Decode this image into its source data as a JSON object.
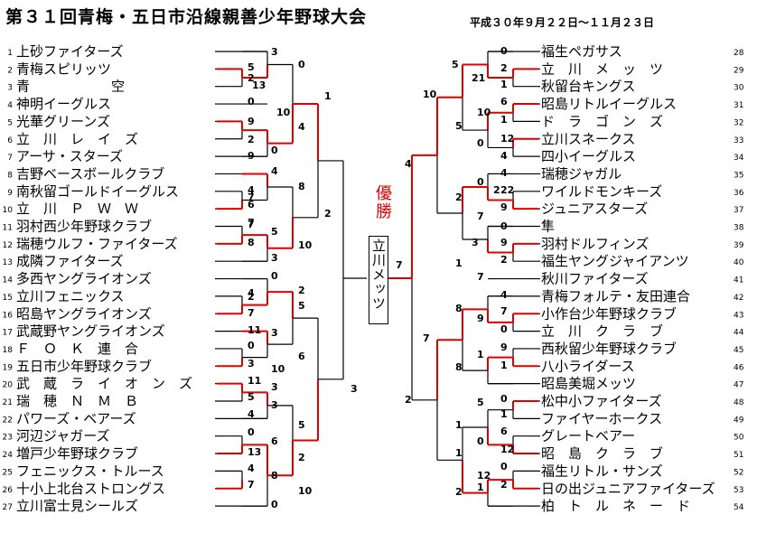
{
  "title": "第３１回青梅・五日市沿線親善少年野球大会",
  "dates": "平成３０年９月２２日～１１月２３日",
  "champion_label": "優勝",
  "winner": "立川メッツ",
  "colors": {
    "win": "#e00000",
    "line": "#000000"
  },
  "left_teams": [
    {
      "no": "1",
      "name": "上砂ファイターズ"
    },
    {
      "no": "2",
      "name": "青梅スピリッツ"
    },
    {
      "no": "3",
      "name": "青　　　　　　空"
    },
    {
      "no": "4",
      "name": "神明イーグルス"
    },
    {
      "no": "5",
      "name": "光華グリーンズ"
    },
    {
      "no": "6",
      "name": "立　川　レ　イ　ズ"
    },
    {
      "no": "7",
      "name": "アーサ・スターズ"
    },
    {
      "no": "8",
      "name": "吉野ベースボールクラブ"
    },
    {
      "no": "9",
      "name": "南秋留ゴールドイーグルス"
    },
    {
      "no": "10",
      "name": "立　川　Ｐ　Ｗ　Ｗ"
    },
    {
      "no": "11",
      "name": "羽村西少年野球クラブ"
    },
    {
      "no": "12",
      "name": "瑞穂ウルフ・ファイターズ"
    },
    {
      "no": "13",
      "name": "成隣ファイターズ"
    },
    {
      "no": "14",
      "name": "多西ヤングライオンズ"
    },
    {
      "no": "15",
      "name": "立川フェニックス"
    },
    {
      "no": "16",
      "name": "昭島ヤングライオンズ"
    },
    {
      "no": "17",
      "name": "武蔵野ヤングライオンズ"
    },
    {
      "no": "18",
      "name": "Ｆ　Ｏ　Ｋ　連　合"
    },
    {
      "no": "19",
      "name": "五日市少年野球クラブ"
    },
    {
      "no": "20",
      "name": "武　蔵　ラ　イ　オ　ン　ズ"
    },
    {
      "no": "21",
      "name": "瑞　穂　Ｎ　Ｍ　Ｂ"
    },
    {
      "no": "22",
      "name": "パワーズ・ベアーズ"
    },
    {
      "no": "23",
      "name": "河辺ジャガーズ"
    },
    {
      "no": "24",
      "name": "増戸少年野球クラブ"
    },
    {
      "no": "25",
      "name": "フェニックス・トルース"
    },
    {
      "no": "26",
      "name": "十小上北台ストロングス"
    },
    {
      "no": "27",
      "name": "立川富士見シールズ"
    }
  ],
  "right_teams": [
    {
      "no": "28",
      "name": "福生ペガサス"
    },
    {
      "no": "29",
      "name": "立　川　メ　ッ　ツ"
    },
    {
      "no": "30",
      "name": "秋留台キングス"
    },
    {
      "no": "31",
      "name": "昭島リトルイーグルス"
    },
    {
      "no": "32",
      "name": "ド　ラ　ゴ　ン　ズ"
    },
    {
      "no": "33",
      "name": "立川スネークス"
    },
    {
      "no": "34",
      "name": "四小イーグルス"
    },
    {
      "no": "35",
      "name": "瑞穂ジャガル"
    },
    {
      "no": "36",
      "name": "ワイルドモンキーズ"
    },
    {
      "no": "37",
      "name": "ジュニアスターズ"
    },
    {
      "no": "38",
      "name": "隼"
    },
    {
      "no": "39",
      "name": "羽村ドルフィンズ"
    },
    {
      "no": "40",
      "name": "福生ヤングジャイアンツ"
    },
    {
      "no": "41",
      "name": "秋川ファイターズ"
    },
    {
      "no": "42",
      "name": "青梅フォルテ・友田連合"
    },
    {
      "no": "43",
      "name": "小作台少年野球クラブ"
    },
    {
      "no": "44",
      "name": "立　川　ク　ラ　ブ"
    },
    {
      "no": "45",
      "name": "西秋留少年野球クラブ"
    },
    {
      "no": "46",
      "name": "八小ライダース"
    },
    {
      "no": "47",
      "name": "昭島美堀メッツ"
    },
    {
      "no": "48",
      "name": "松中小ファイターズ"
    },
    {
      "no": "49",
      "name": "ファイヤーホークス"
    },
    {
      "no": "50",
      "name": "グレートベアー"
    },
    {
      "no": "51",
      "name": "昭　島　ク　ラ　ブ"
    },
    {
      "no": "52",
      "name": "福生リトル・サンズ"
    },
    {
      "no": "53",
      "name": "日の出ジュニアファイターズ"
    },
    {
      "no": "54",
      "name": "柏　ト　ル　ネ　ー　ド"
    }
  ],
  "scores": [
    "3",
    "0",
    "5",
    "2",
    "13",
    "1",
    "0",
    "10",
    "4",
    "9",
    "2",
    "0",
    "9",
    "4",
    "8",
    "4",
    "7",
    "7",
    "6",
    "2",
    "7",
    "5",
    "8",
    "10",
    "3",
    "0",
    "2",
    "4",
    "2",
    "7",
    "5",
    "3",
    "11",
    "0",
    "6",
    "3",
    "10",
    "3",
    "11",
    "3",
    "5",
    "3",
    "4",
    "5",
    "0",
    "6",
    "13",
    "2",
    "4",
    "8",
    "7",
    "10",
    "0",
    "7",
    "0",
    "5",
    "2",
    "21",
    "1",
    "10",
    "6",
    "10",
    "1",
    "5",
    "12",
    "0",
    "4",
    "4",
    "0",
    "22",
    "2",
    "2",
    "9",
    "7",
    "0",
    "4",
    "9",
    "3",
    "2",
    "1",
    "7",
    "4",
    "8",
    "7",
    "9",
    "0",
    "7",
    "9",
    "1",
    "8",
    "1",
    "2",
    "1",
    "0",
    "5",
    "1",
    "1",
    "6",
    "0",
    "12",
    "0",
    "12",
    "2",
    "1",
    "2"
  ]
}
